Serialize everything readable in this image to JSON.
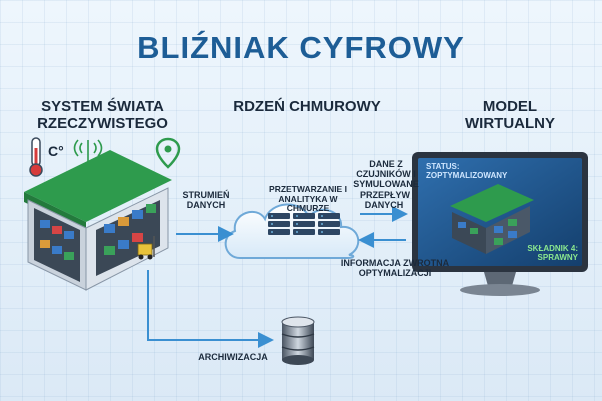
{
  "title": "BLIŹNIAK CYFROWY",
  "sections": {
    "physical": "SYSTEM ŚWIATA RZECZYWISTEGO",
    "cloud": "RDZEŃ CHMUROWY",
    "virtual": "MODEL WIRTUALNY"
  },
  "sensor": {
    "temp_unit": "C°"
  },
  "flows": {
    "data_stream": "STRUMIEŃ DANYCH",
    "processing": "PRZETWARZANIE I ANALITYKA W CHMURZE",
    "sensor_data": "DANE Z CZUJNIKÓW I SYMULOWANE",
    "data_flow": "PRZEPŁYW DANYCH",
    "feedback": "INFORMACJA ZWROTNA OPTYMALIZACJI",
    "archive": "ARCHIWIZACJA"
  },
  "screen": {
    "status": "STATUS: ZOPTYMALIZOWANY",
    "component": "SKŁADNIK 4: SPRAWNY"
  },
  "colors": {
    "accent": "#1d5d96",
    "roof": "#2e9b4d",
    "screen": "#1d4f83",
    "ok": "#8be88f"
  }
}
